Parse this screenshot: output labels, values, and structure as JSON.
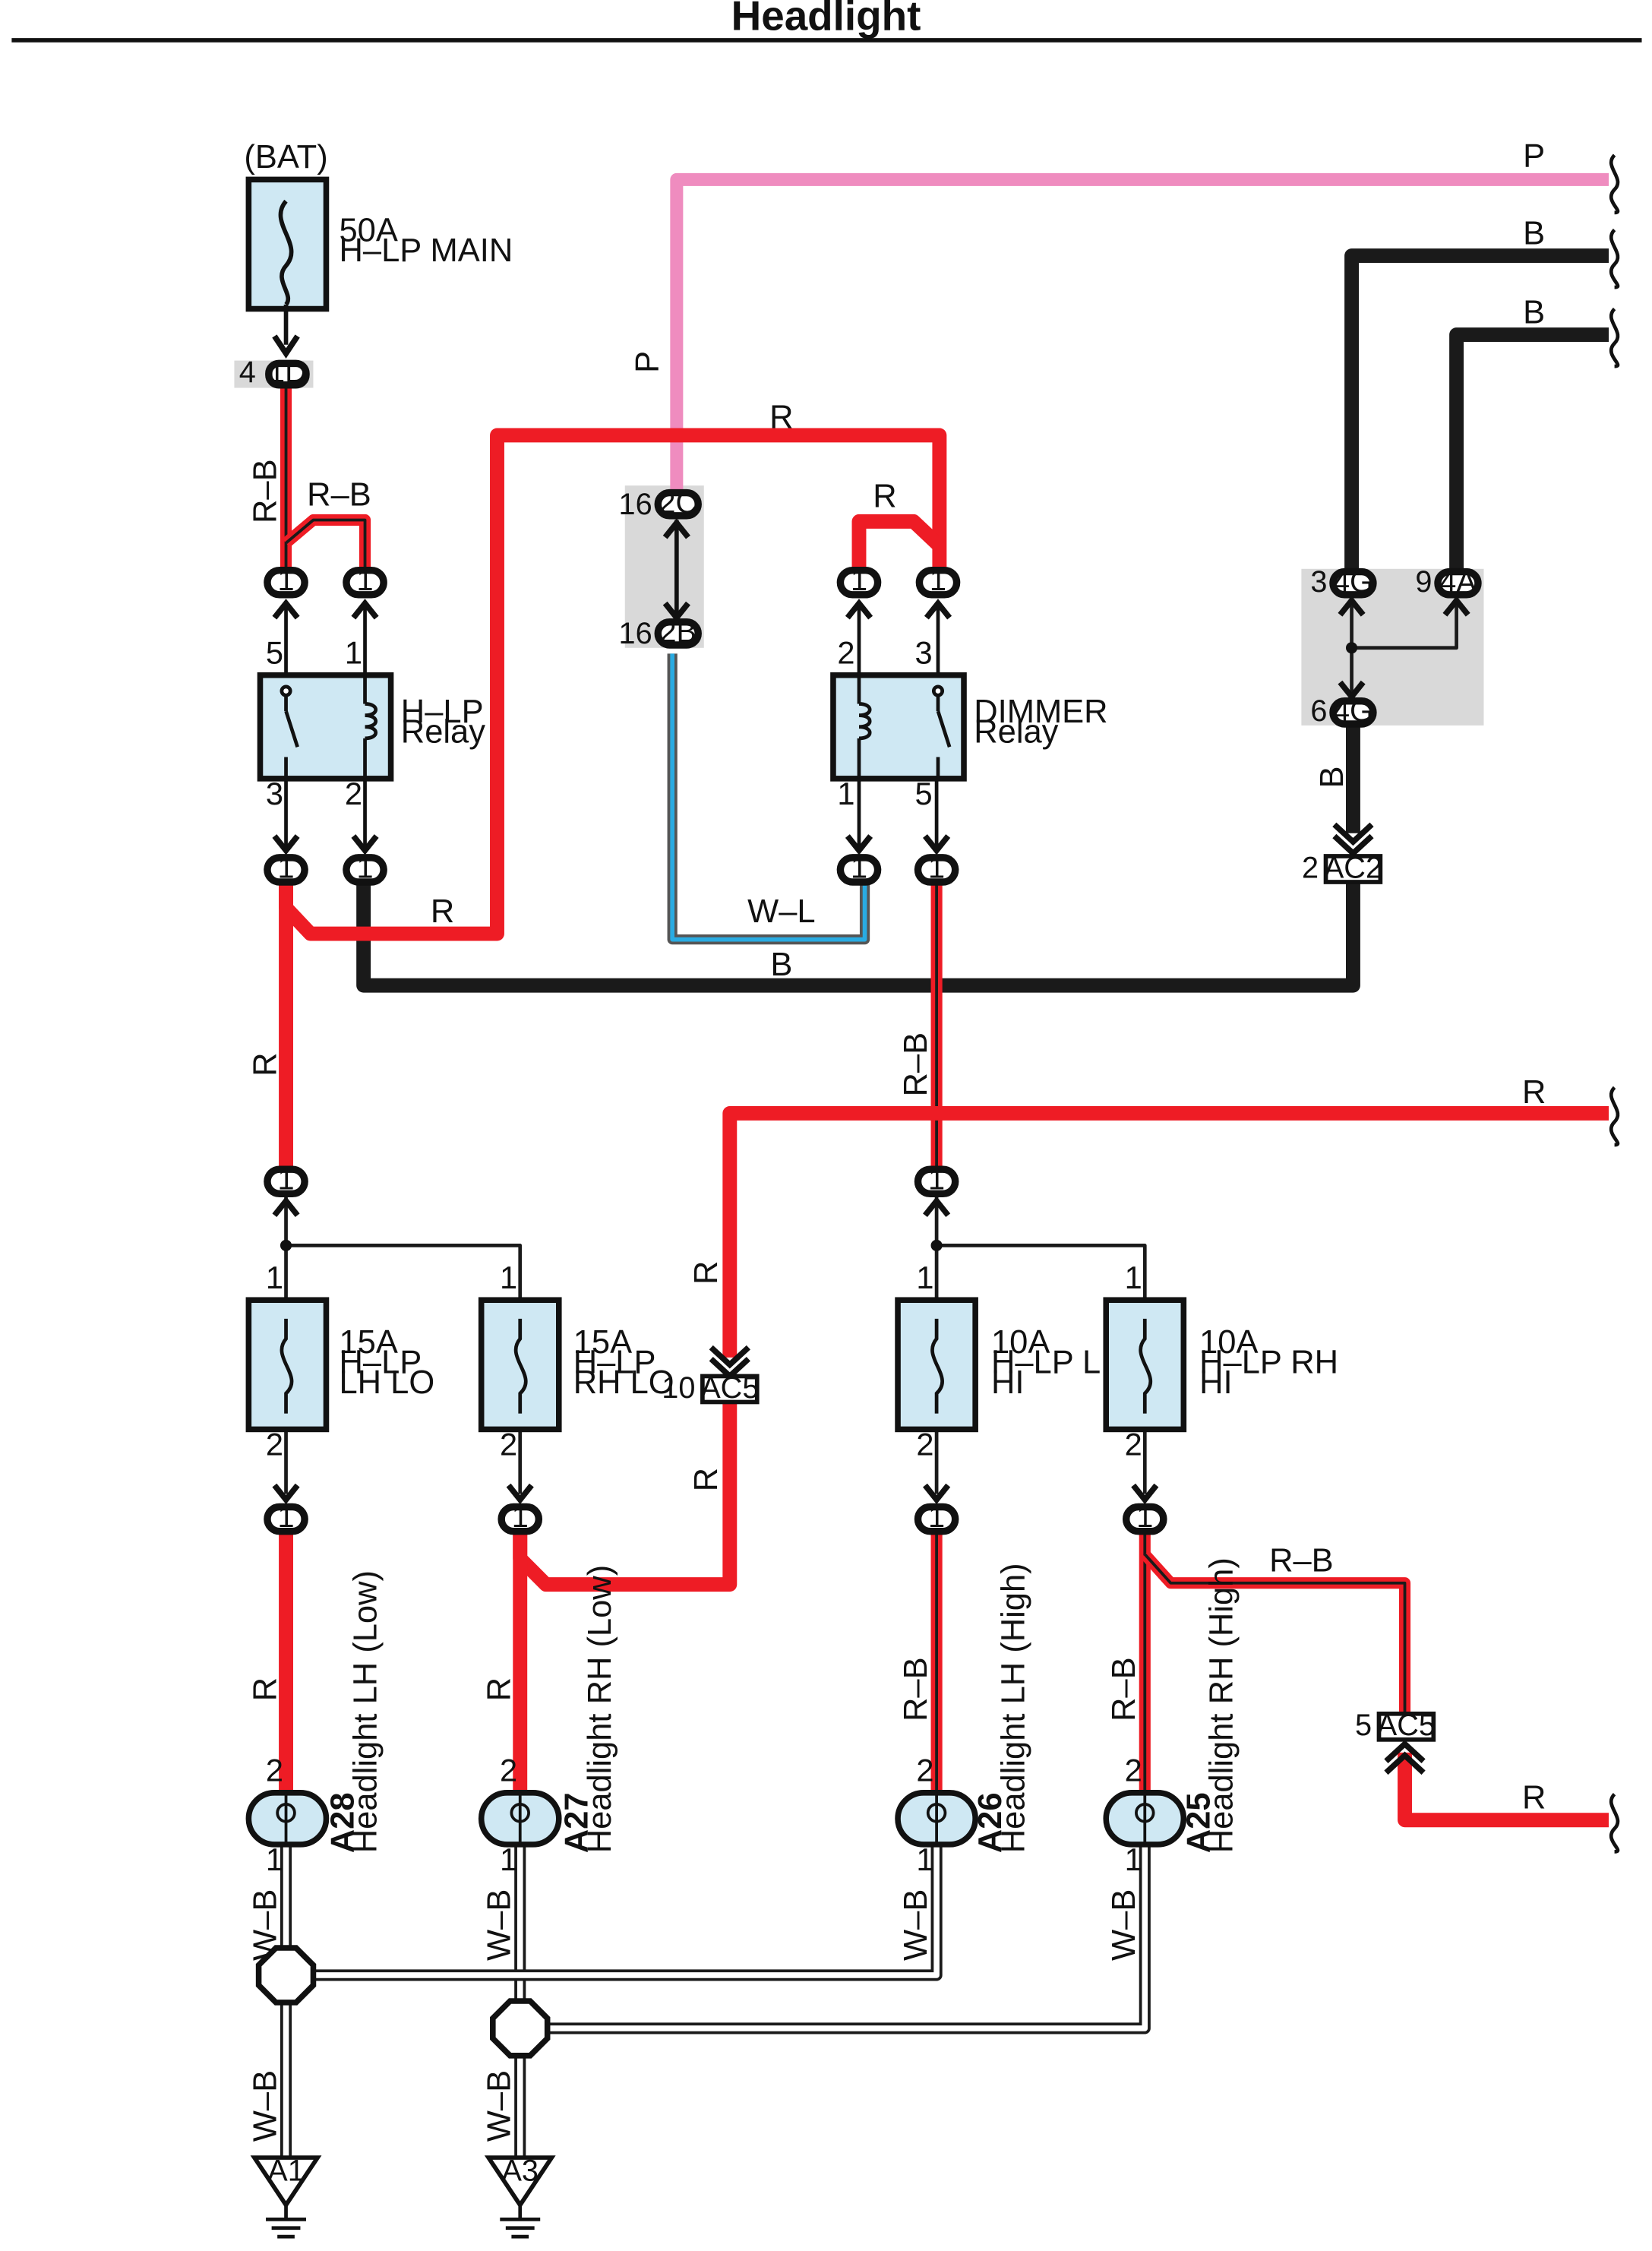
{
  "title": "Headlight",
  "supply": {
    "source": "(BAT)",
    "fuse_rating": "50A",
    "fuse_name": "H–LP MAIN"
  },
  "relays": {
    "hlp_relay": "H–LP",
    "hlp_relay_suffix": "Relay",
    "dimmer_relay": "DIMMER",
    "dimmer_relay_suffix": "Relay"
  },
  "fuses": {
    "lh_lo": {
      "rating": "15A",
      "line1": "H–LP",
      "line2": "LH LO"
    },
    "rh_lo": {
      "rating": "15A",
      "line1": "H–LP",
      "line2": "RH LO"
    },
    "lh_hi": {
      "rating": "10A",
      "line1": "H–LP LH",
      "line2": "HI"
    },
    "rh_hi": {
      "rating": "10A",
      "line1": "H–LP RH",
      "line2": "HI"
    }
  },
  "headlights": [
    {
      "code": "A28",
      "name": "Headlight LH (Low)"
    },
    {
      "code": "A27",
      "name": "Headlight RH (Low)"
    },
    {
      "code": "A26",
      "name": "Headlight LH (High)"
    },
    {
      "code": "A25",
      "name": "Headlight RH (High)"
    }
  ],
  "grounds": [
    "A1",
    "A3"
  ],
  "connectors": {
    "j1d": {
      "pin": "4",
      "id": "1D"
    },
    "j2c": {
      "pin": "16",
      "id": "2C"
    },
    "j2b": {
      "pin": "16",
      "id": "2B"
    },
    "j4g_top": {
      "pin": "3",
      "id": "4G"
    },
    "j4a": {
      "pin": "9",
      "id": "4A"
    },
    "j4g_bot": {
      "pin": "6",
      "id": "4G"
    },
    "ac2": {
      "pin": "2",
      "id": "AC2"
    },
    "ac5_mid": {
      "pin": "10",
      "id": "AC5"
    },
    "ac5_right": {
      "pin": "5",
      "id": "AC5"
    },
    "pill_pin": "1"
  },
  "relay_pins": {
    "hlp": [
      "5",
      "1",
      "3",
      "2"
    ],
    "dimmer": [
      "2",
      "3",
      "1",
      "5"
    ]
  },
  "fuse_pins": [
    "1",
    "2"
  ],
  "bulb_pins": [
    "2",
    "1"
  ],
  "wire_colors": {
    "p": "P",
    "b": "B",
    "r": "R",
    "rb": "R–B",
    "wl": "W–L",
    "wb": "W–B"
  },
  "colors": {
    "red": "#ee1c25",
    "pink": "#ef8cbf",
    "black": "#1a1a1a",
    "blue": "#29abe2",
    "component_fill": "#cfe8f3",
    "connector_box": "#d9d9d9"
  }
}
